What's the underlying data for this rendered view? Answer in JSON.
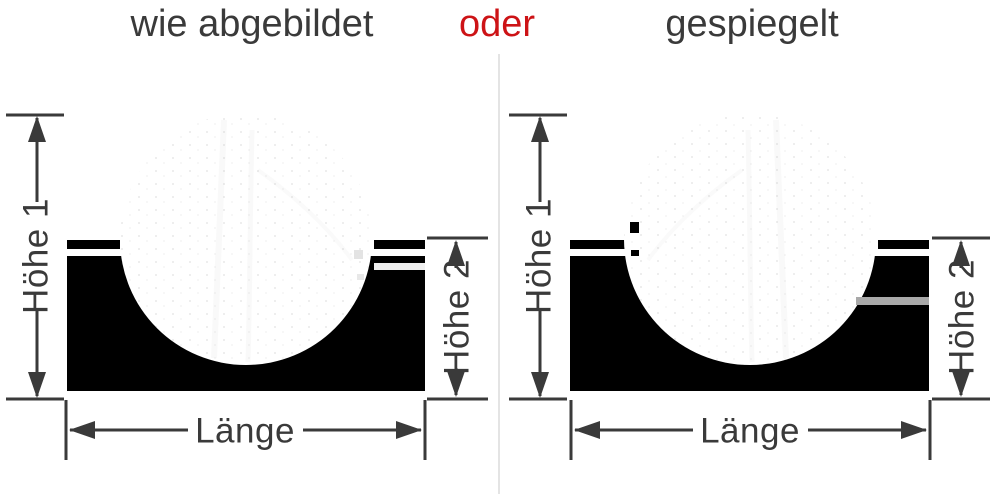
{
  "header": {
    "left_option": "wie abgebildet",
    "connector": "oder",
    "right_option": "gespiegelt"
  },
  "options": [
    {
      "id": "as-shown",
      "labels": {
        "height1": "Höhe 1",
        "height2": "Höhe 2",
        "length": "Länge"
      }
    },
    {
      "id": "mirrored",
      "labels": {
        "height1": "Höhe 1",
        "height2": "Höhe 2",
        "length": "Länge"
      }
    }
  ],
  "colors": {
    "text_dark": "#3a3a3a",
    "accent_red": "#cd1316",
    "shape_black": "#000000",
    "branch_gray": "#a9a9a9",
    "divider_gray": "#e4e4e4"
  }
}
